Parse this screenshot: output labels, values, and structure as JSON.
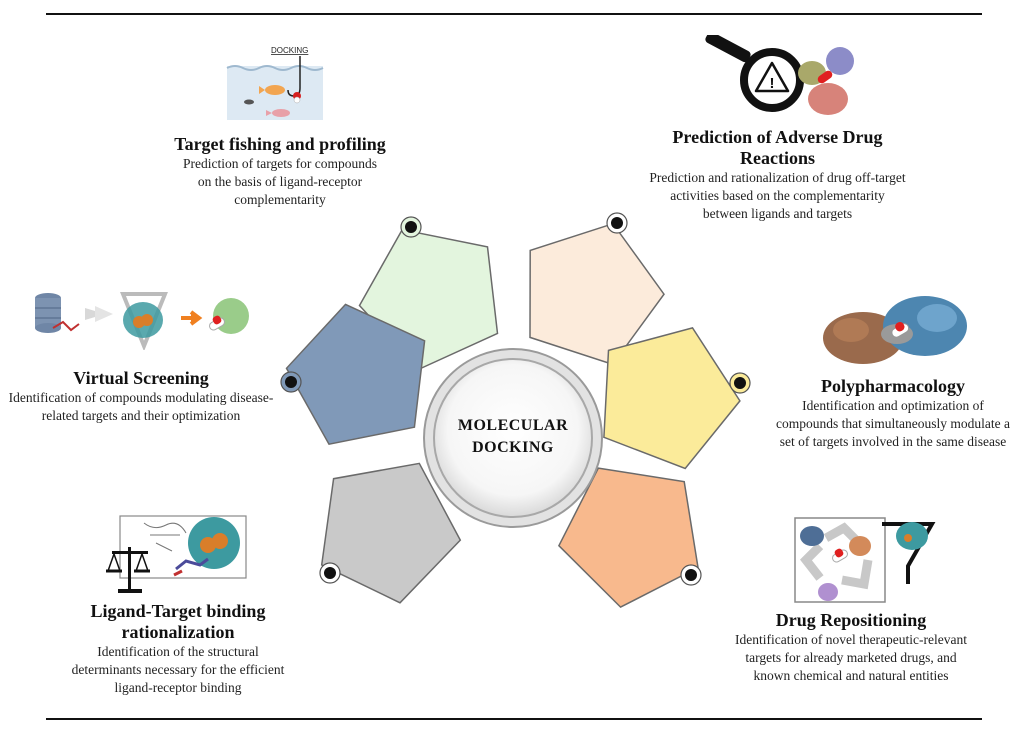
{
  "center": {
    "line1": "MOLECULAR",
    "line2": "DOCKING"
  },
  "applications": [
    {
      "id": "target-fishing",
      "title": "Target fishing and profiling",
      "description": "Prediction of targets for compounds on the basis of ligand-receptor complementarity",
      "pentagon_color": "#E3F5DE",
      "dot": "ringed"
    },
    {
      "id": "adverse-reactions",
      "title": "Prediction of Adverse Drug Reactions",
      "description": "Prediction and rationalization of drug off-target activities based on the complementarity between ligands and targets",
      "pentagon_color": "#FCEBDB",
      "dot": "plain"
    },
    {
      "id": "polypharmacology",
      "title": "Polypharmacology",
      "description": "Identification and optimization of compounds that simultaneously modulate a set of targets involved in the same disease",
      "pentagon_color": "#FBEB9A",
      "dot": "ringed"
    },
    {
      "id": "drug-repositioning",
      "title": "Drug Repositioning",
      "description": "Identification of novel therapeutic-relevant targets for already marketed drugs, and known chemical and natural entities",
      "pentagon_color": "#F8B98D",
      "dot": "plain"
    },
    {
      "id": "ligand-target",
      "title": "Ligand-Target binding rationalization",
      "description": "Identification of the structural determinants necessary for the efficient ligand-receptor binding",
      "pentagon_color": "#C9C9C9",
      "dot": "plain"
    },
    {
      "id": "virtual-screening",
      "title": "Virtual Screening",
      "description": "Identification of compounds modulating disease-related targets and their optimization",
      "pentagon_color": "#8099B8",
      "dot": "ringed"
    }
  ],
  "icons": {
    "target_fishing": {
      "name": "fishing-docking-icon",
      "label": "DOCKING"
    },
    "adverse": {
      "name": "magnifier-warning-icon",
      "symbol": "!"
    },
    "polypharmacology": {
      "name": "protein-complex-icon"
    },
    "repositioning": {
      "name": "recycle-funnel-icon"
    },
    "ligand": {
      "name": "balance-scale-icon"
    },
    "virtual": {
      "name": "database-to-patient-icon"
    }
  }
}
